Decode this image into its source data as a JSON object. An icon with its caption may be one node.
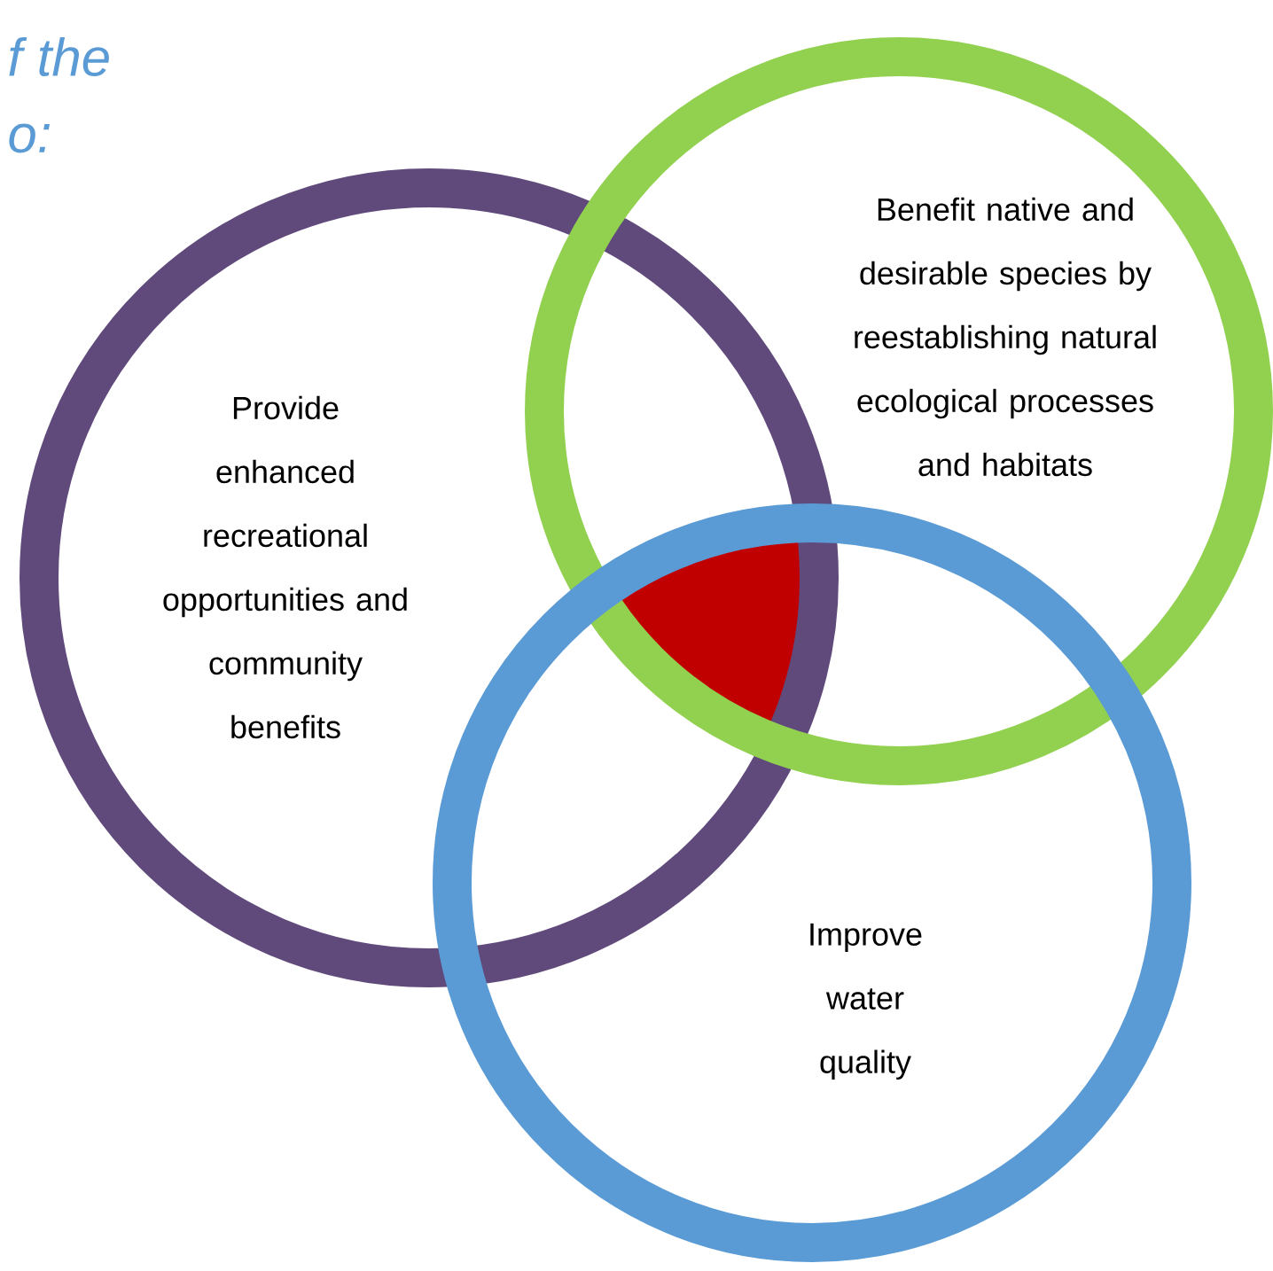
{
  "diagram": {
    "nodes": [
      {
        "text": [
          "Provide enhanced recreational opportunities and community benefits"
        ]
      },
      {
        "text": [
          "Benefit native and desirable species by reestablishing natural ecological processes and habitats"
        ]
      },
      {
        "text": [
          "Improve water quality"
        ]
      },
      {
        "text": [],
        "shape": "triangle"
      }
    ],
    "labels": [
      "f the",
      "o:"
    ]
  }
}
